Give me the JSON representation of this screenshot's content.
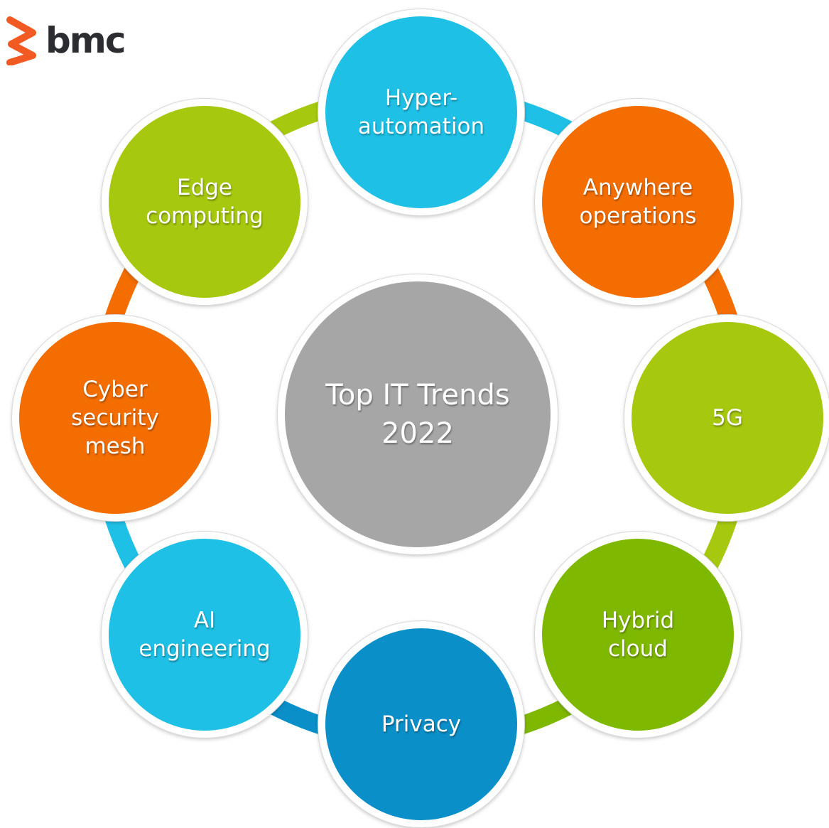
{
  "logo": {
    "text": "bmc",
    "mark_color": "#f15a22"
  },
  "center": {
    "label": "Top IT Trends\n2022",
    "color": "#a6a6a6"
  },
  "nodes": [
    {
      "id": "hyper-automation",
      "label": "Hyper-\nautomation",
      "color": "#1fc0e6"
    },
    {
      "id": "anywhere-operations",
      "label": "Anywhere\noperations",
      "color": "#f36d00"
    },
    {
      "id": "5g",
      "label": "5G",
      "color": "#a6c90f"
    },
    {
      "id": "hybrid-cloud",
      "label": "Hybrid\ncloud",
      "color": "#7fb800"
    },
    {
      "id": "privacy",
      "label": "Privacy",
      "color": "#0a8fc8"
    },
    {
      "id": "ai-engineering",
      "label": "AI\nengineering",
      "color": "#1fc0e6"
    },
    {
      "id": "cyber-security-mesh",
      "label": "Cyber\nsecurity\nmesh",
      "color": "#f36d00"
    },
    {
      "id": "edge-computing",
      "label": "Edge\ncomputing",
      "color": "#a6c90f"
    }
  ],
  "ring_segments": [
    "#1fc0e6",
    "#f36d00",
    "#a6c90f",
    "#7fb800",
    "#0a8fc8",
    "#1fc0e6",
    "#f36d00",
    "#a6c90f"
  ]
}
